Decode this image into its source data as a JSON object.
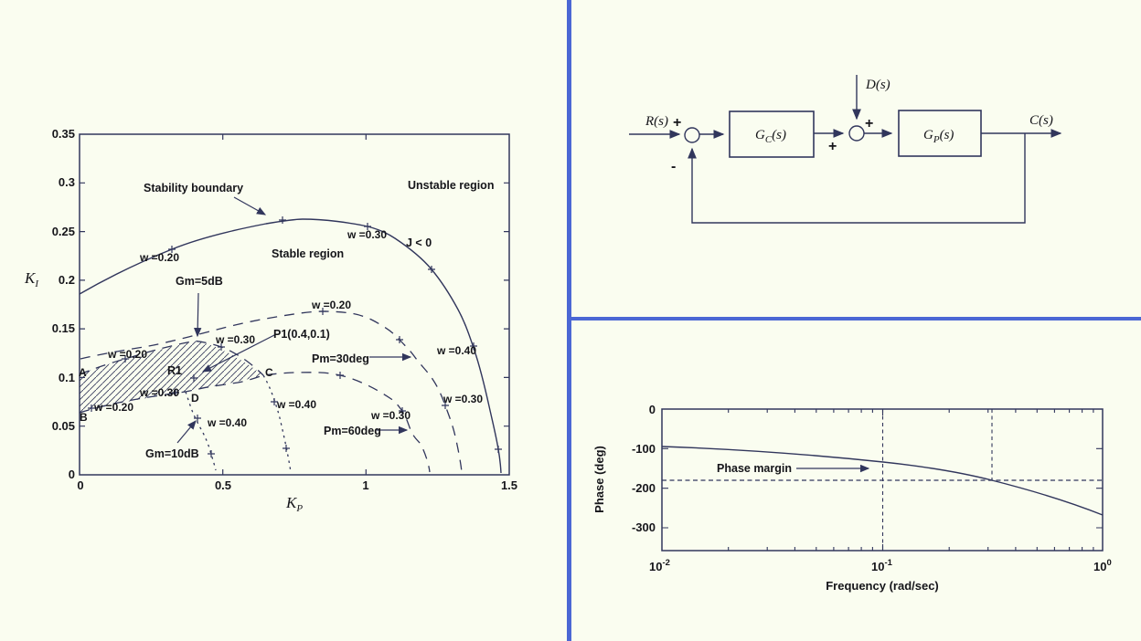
{
  "page": {
    "bg": "#fafdf0",
    "ink": "#31365c",
    "divider_color": "#4b67d4"
  },
  "left_plot": {
    "ylabel": {
      "main": "K",
      "sub": "I"
    },
    "xlabel": {
      "main": "K",
      "sub": "P"
    },
    "y_ticks": [
      "0.35",
      "0.3",
      "0.25",
      "0.2",
      "0.15",
      "0.1",
      "0.05",
      "0"
    ],
    "x_ticks": [
      "0",
      "0.5",
      "1",
      "1.5"
    ],
    "labels": {
      "stability_boundary": "Stability boundary",
      "unstable_region": "Unstable region",
      "stable_region": "Stable region",
      "j": "J < 0",
      "gm5": "Gm=5dB",
      "gm10": "Gm=10dB",
      "pm30": "Pm=30deg",
      "pm60": "Pm=60deg",
      "p1": "P1(0.4,0.1)",
      "r1": "R1",
      "A": "A",
      "B": "B",
      "C": "C",
      "D": "D",
      "w020": "w =0.20",
      "w030": "w =0.30",
      "w040": "w =0.40"
    }
  },
  "block_diagram": {
    "r": "R(s)",
    "c": "C(s)",
    "d": "D(s)",
    "gc": {
      "main": "G",
      "sub": "C",
      "arg": "(s)"
    },
    "gp": {
      "main": "G",
      "sub": "P",
      "arg": "(s)"
    },
    "plus": "+",
    "minus": "-"
  },
  "bode": {
    "ylabel": "Phase (deg)",
    "xlabel": "Frequency (rad/sec)",
    "y_ticks": [
      "0",
      "-100",
      "-200",
      "-300"
    ],
    "x_ticks": [
      {
        "base": "10",
        "exp": "-2"
      },
      {
        "base": "10",
        "exp": "-1"
      },
      {
        "base": "10",
        "exp": "0"
      }
    ],
    "annotation": "Phase margin"
  },
  "chart_data": [
    {
      "type": "line",
      "title": "PI controller stability / margin regions",
      "xlabel": "K_P",
      "ylabel": "K_I",
      "xlim": [
        0,
        1.5
      ],
      "ylim": [
        0,
        0.35
      ],
      "grid": false,
      "series": [
        {
          "name": "Stability boundary",
          "style": "solid",
          "points": [
            [
              0,
              0.186
            ],
            [
              0.32,
              0.232
            ],
            [
              0.65,
              0.258
            ],
            [
              0.78,
              0.263
            ],
            [
              1.0,
              0.255
            ],
            [
              1.23,
              0.211
            ],
            [
              1.38,
              0.128
            ],
            [
              1.46,
              0.026
            ],
            [
              1.47,
              0
            ]
          ]
        },
        {
          "name": "Pm=30deg",
          "style": "dashed",
          "points": [
            [
              0,
              0.119
            ],
            [
              0.38,
              0.148
            ],
            [
              0.62,
              0.162
            ],
            [
              0.85,
              0.168
            ],
            [
              1.12,
              0.139
            ],
            [
              1.17,
              0.122
            ],
            [
              1.28,
              0.071
            ],
            [
              1.33,
              0
            ]
          ]
        },
        {
          "name": "Gm=5dB",
          "style": "dashed-then-dotted",
          "points": [
            [
              0,
              0.105
            ],
            [
              0.16,
              0.119
            ],
            [
              0.4,
              0.138
            ],
            [
              0.5,
              0.131
            ],
            [
              0.64,
              0.102
            ],
            [
              0.68,
              0.075
            ],
            [
              0.74,
              0
            ]
          ]
        },
        {
          "name": "Pm=60deg",
          "style": "dashed",
          "points": [
            [
              0,
              0.064
            ],
            [
              0.1,
              0.072
            ],
            [
              0.34,
              0.084
            ],
            [
              0.37,
              0.085
            ],
            [
              0.64,
              0.102
            ],
            [
              0.91,
              0.101
            ],
            [
              1.09,
              0.078
            ],
            [
              1.15,
              0.046
            ],
            [
              1.22,
              0
            ]
          ]
        },
        {
          "name": "Gm=10dB",
          "style": "dotted",
          "points": [
            [
              0.37,
              0.085
            ],
            [
              0.42,
              0.058
            ],
            [
              0.46,
              0.022
            ],
            [
              0.475,
              0
            ]
          ]
        }
      ],
      "points_of_interest": {
        "A": [
          0,
          0.105
        ],
        "B": [
          0,
          0.064
        ],
        "C": [
          0.64,
          0.102
        ],
        "D": [
          0.37,
          0.085
        ],
        "P1": [
          0.4,
          0.1
        ]
      },
      "frequency_markers": [
        "w=0.20",
        "w=0.30",
        "w=0.40"
      ],
      "regions": {
        "R1": "hatched region bounded by Gm=5dB and Pm=60deg curves",
        "unstable": "above stability boundary (J < 0 beyond)",
        "stable": "below stability boundary"
      }
    },
    {
      "type": "line",
      "title": "Open-loop phase vs frequency",
      "xlabel": "Frequency (rad/sec)",
      "ylabel": "Phase (deg)",
      "xscale": "log",
      "xlim": [
        0.01,
        1
      ],
      "ylim": [
        -360,
        0
      ],
      "series": [
        {
          "name": "Phase",
          "points": [
            [
              0.01,
              -95
            ],
            [
              0.03,
              -105
            ],
            [
              0.1,
              -134
            ],
            [
              0.316,
              -180
            ],
            [
              1.0,
              -268
            ]
          ]
        }
      ],
      "reference_lines": {
        "horizontal_phase": -180,
        "vertical_freqs": [
          0.1,
          0.316
        ]
      },
      "annotation": "Phase margin"
    }
  ]
}
